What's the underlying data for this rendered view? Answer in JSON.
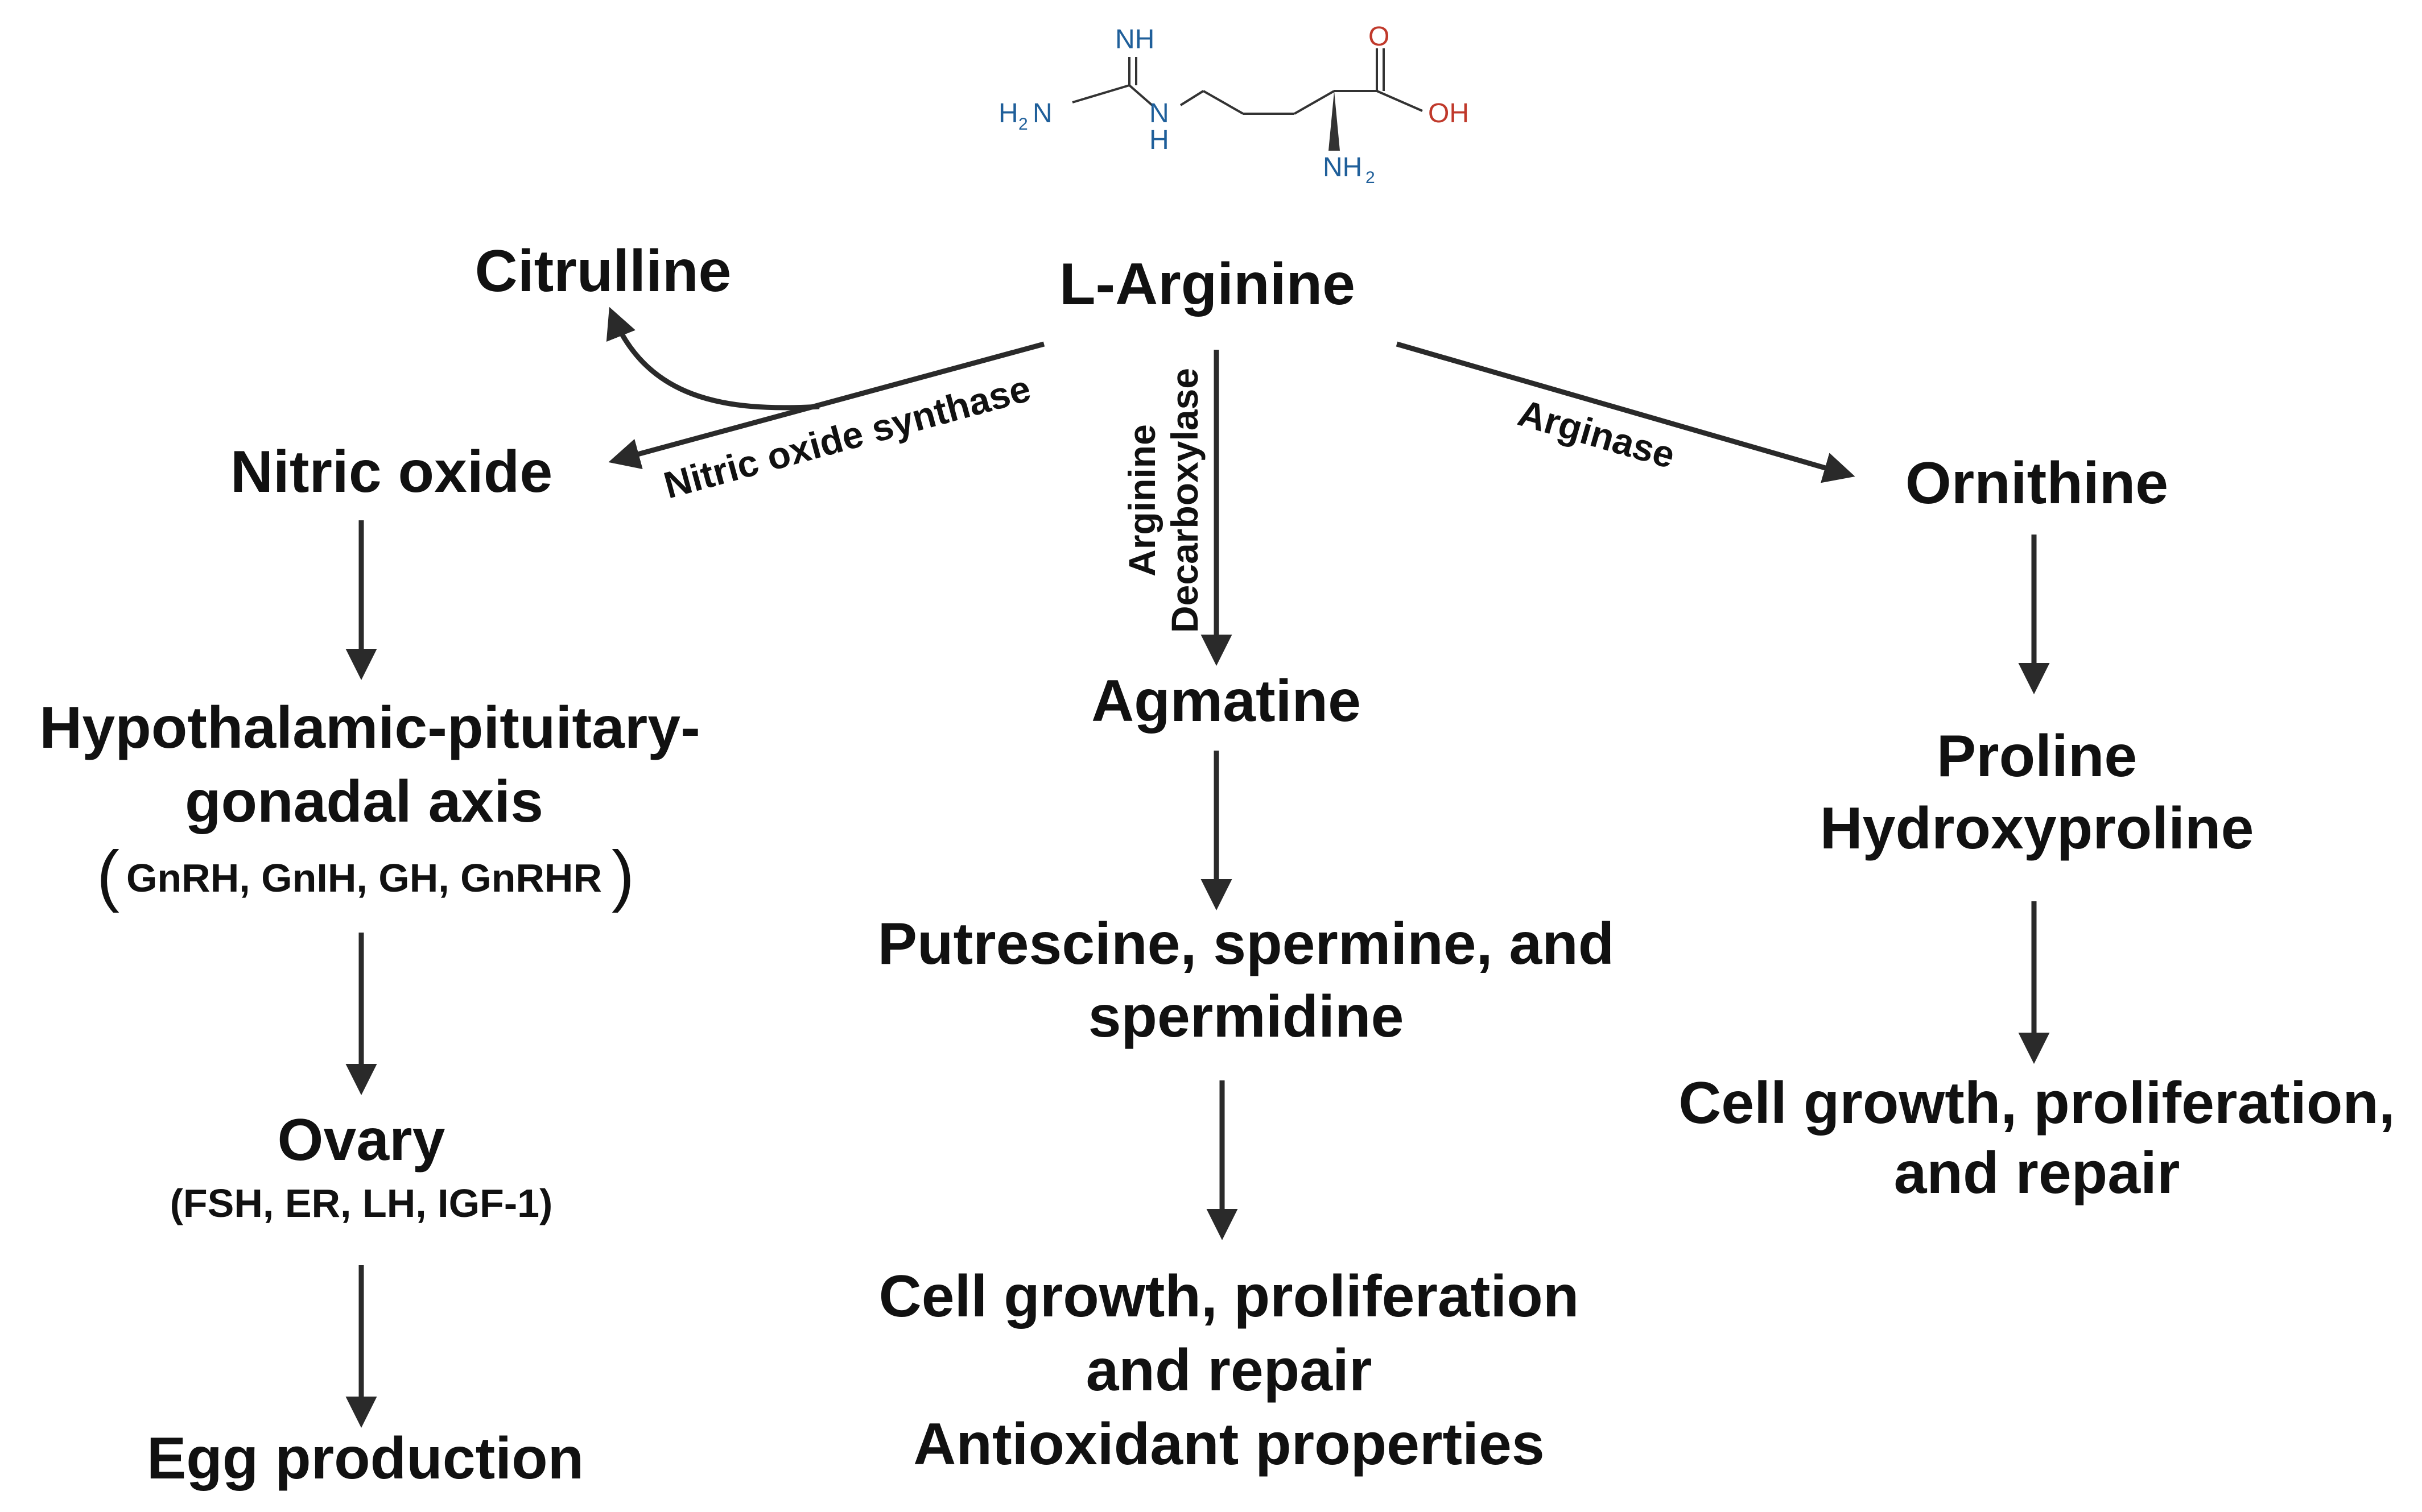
{
  "molecule": {
    "name": "L-Arginine structure",
    "atoms": {
      "imine_n": "NH",
      "amine_left_h": "H",
      "amine_left_sub": "2",
      "amine_left_n": "N",
      "linker_n": "N",
      "linker_h": "H",
      "carbonyl_o": "O",
      "hydroxyl": "OH",
      "alpha_nh": "NH",
      "alpha_sub": "2"
    },
    "colors": {
      "nitrogen": "#1f5f9a",
      "oxygen": "#c0392b",
      "bond": "#333333"
    }
  },
  "nodes": {
    "l_arginine": "L-Arginine",
    "citrulline": "Citrulline",
    "nitric_oxide": "Nitric oxide",
    "hpg_line1": "Hypothalamic-pituitary-",
    "hpg_line2": "gonadal axis",
    "hpg_sub": "GnRH, GnIH, GH, GnRHR",
    "hpg_paren_open": "(",
    "hpg_paren_close": ")",
    "ovary": "Ovary",
    "ovary_sub": "(FSH, ER, LH, IGF-1)",
    "egg": "Egg production",
    "agmatine": "Agmatine",
    "polyamines_line1": "Putrescine, spermine, and",
    "polyamines_line2": "spermidine",
    "mid_outcome_line1": "Cell growth, proliferation",
    "mid_outcome_line2": "and repair",
    "mid_outcome_line3": "Antioxidant properties",
    "ornithine": "Ornithine",
    "proline_line1": "Proline",
    "proline_line2": "Hydroxyproline",
    "right_outcome_line1": "Cell growth, proliferation,",
    "right_outcome_line2": "and repair"
  },
  "enzymes": {
    "nos": "Nitric oxide synthase",
    "adc_line1": "Arginine",
    "adc_line2": "Decarboxylase",
    "arginase": "Arginase"
  },
  "colors": {
    "arrow": "#2a2a2a",
    "text": "#111111"
  }
}
